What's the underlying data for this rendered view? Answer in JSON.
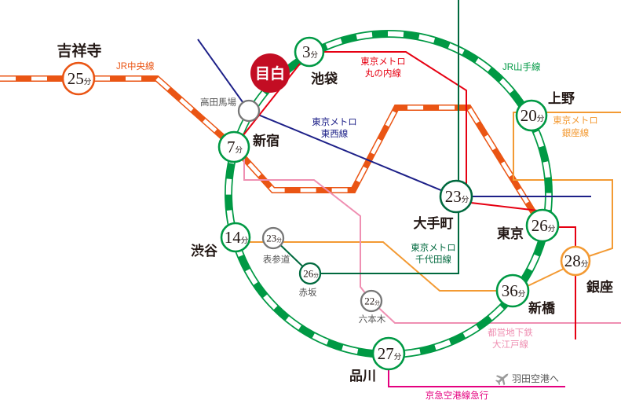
{
  "minute_unit": "分",
  "origin": {
    "name": "目白",
    "color": "#c30d23"
  },
  "lines": {
    "yamanote": {
      "label": "JR山手線",
      "color": "#009944"
    },
    "chuo": {
      "label": "JR中央線",
      "color": "#ea5514"
    },
    "tozai": {
      "label_1": "東京メトロ",
      "label_2": "東西線",
      "color": "#1d2088"
    },
    "marunouchi": {
      "label_1": "東京メトロ",
      "label_2": "丸の内線",
      "color": "#e60012"
    },
    "chiyoda": {
      "label_1": "東京メトロ",
      "label_2": "千代田線",
      "color": "#00693e"
    },
    "ginza": {
      "label_1": "東京メトロ",
      "label_2": "銀座線",
      "color": "#f39a33"
    },
    "oedo": {
      "label_1": "都営地下鉄",
      "label_2": "大江戸線",
      "color": "#ef8fb2"
    },
    "keikyu": {
      "label": "京急空港線急行",
      "color": "#e4007f"
    }
  },
  "stations": {
    "kichijoji": {
      "name": "吉祥寺",
      "minutes": "25"
    },
    "ikebukuro": {
      "name": "池袋",
      "minutes": "3"
    },
    "takadanobaba": {
      "name": "高田馬場"
    },
    "shinjuku": {
      "name": "新宿",
      "minutes": "7"
    },
    "ueno": {
      "name": "上野",
      "minutes": "20"
    },
    "otemachi": {
      "name": "大手町",
      "minutes": "23"
    },
    "tokyo": {
      "name": "東京",
      "minutes": "26"
    },
    "ginza": {
      "name": "銀座",
      "minutes": "28"
    },
    "shimbashi": {
      "name": "新橋",
      "minutes": "36"
    },
    "shinagawa": {
      "name": "品川",
      "minutes": "27"
    },
    "shibuya": {
      "name": "渋谷",
      "minutes": "14"
    },
    "omotesando": {
      "name": "表参道",
      "minutes": "23"
    },
    "akasaka": {
      "name": "赤坂",
      "minutes": "26"
    },
    "roppongi": {
      "name": "六本木",
      "minutes": "22"
    }
  },
  "airport": {
    "label": "羽田空港へ",
    "icon": "airplane-icon",
    "icon_color": "#9a9a9a"
  },
  "palette": {
    "transfer_ring": "#777777",
    "label_gray": "#555555"
  }
}
